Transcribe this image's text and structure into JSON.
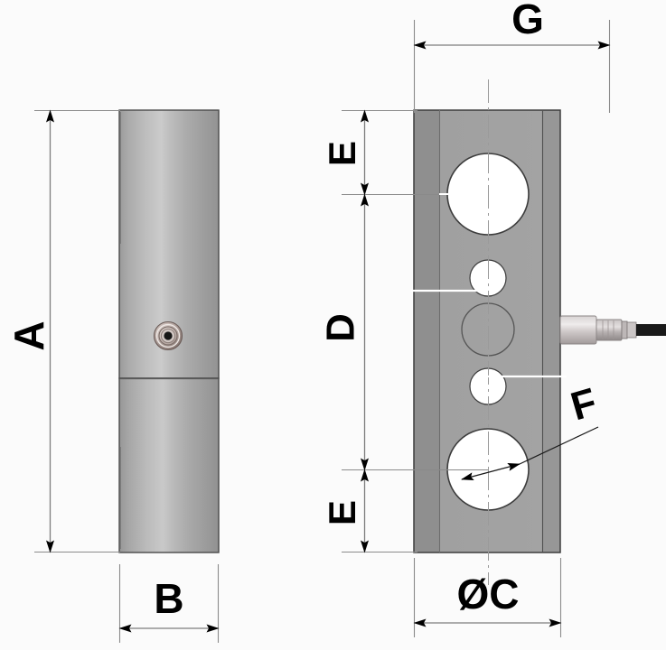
{
  "drawing": {
    "title": "Load cell / sensor technical dimension drawing",
    "background_color": "#fbfbfb",
    "line_color": "#000000",
    "dimension_line_color": "#808080",
    "body_fill_light": "#c8c8c8",
    "body_fill_mid": "#a8a8a8",
    "body_fill_dark": "#8e8e8e",
    "hole_fill": "#ffffff",
    "views": [
      {
        "name": "side-view",
        "description": "Cylindrical body side elevation with connector port"
      },
      {
        "name": "front-view",
        "description": "Rectangular block front elevation with five bore features"
      }
    ]
  },
  "dimensions": {
    "a": {
      "label": "A",
      "orientation": "vertical",
      "view": "side-view",
      "description": "Overall height of cylindrical body"
    },
    "b": {
      "label": "B",
      "orientation": "horizontal",
      "view": "side-view",
      "description": "Overall width of cylindrical body"
    },
    "c": {
      "label": "ØC",
      "orientation": "horizontal",
      "view": "front-view",
      "description": "Diameter of body"
    },
    "d": {
      "label": "D",
      "orientation": "vertical",
      "view": "front-view",
      "description": "Centre distance between upper and lower large bores"
    },
    "e_top": {
      "label": "E",
      "orientation": "vertical",
      "view": "front-view",
      "description": "Distance from top face to upper bore centre"
    },
    "e_bottom": {
      "label": "E",
      "orientation": "vertical",
      "view": "front-view",
      "description": "Distance from lower bore centre to bottom face"
    },
    "f": {
      "label": "F",
      "orientation": "leader",
      "view": "front-view",
      "description": "Diameter of lower large bore, leader with double arrow"
    },
    "g": {
      "label": "G",
      "orientation": "horizontal",
      "view": "front-view",
      "description": "Overall width of rectangular block"
    }
  },
  "features": {
    "connector_port": {
      "name": "connector-port",
      "description": "Circular threaded connector receptacle on side view"
    },
    "cable_connector": {
      "name": "cable-connector",
      "description": "Plug and cable assembly exiting right side of block"
    },
    "bores": [
      {
        "name": "upper-large-bore",
        "type": "through",
        "size": "large"
      },
      {
        "name": "upper-small-bore",
        "type": "through",
        "size": "small"
      },
      {
        "name": "centre-bore",
        "type": "blind",
        "size": "medium"
      },
      {
        "name": "lower-small-bore",
        "type": "through",
        "size": "small"
      },
      {
        "name": "lower-large-bore",
        "type": "through",
        "size": "large"
      }
    ]
  }
}
